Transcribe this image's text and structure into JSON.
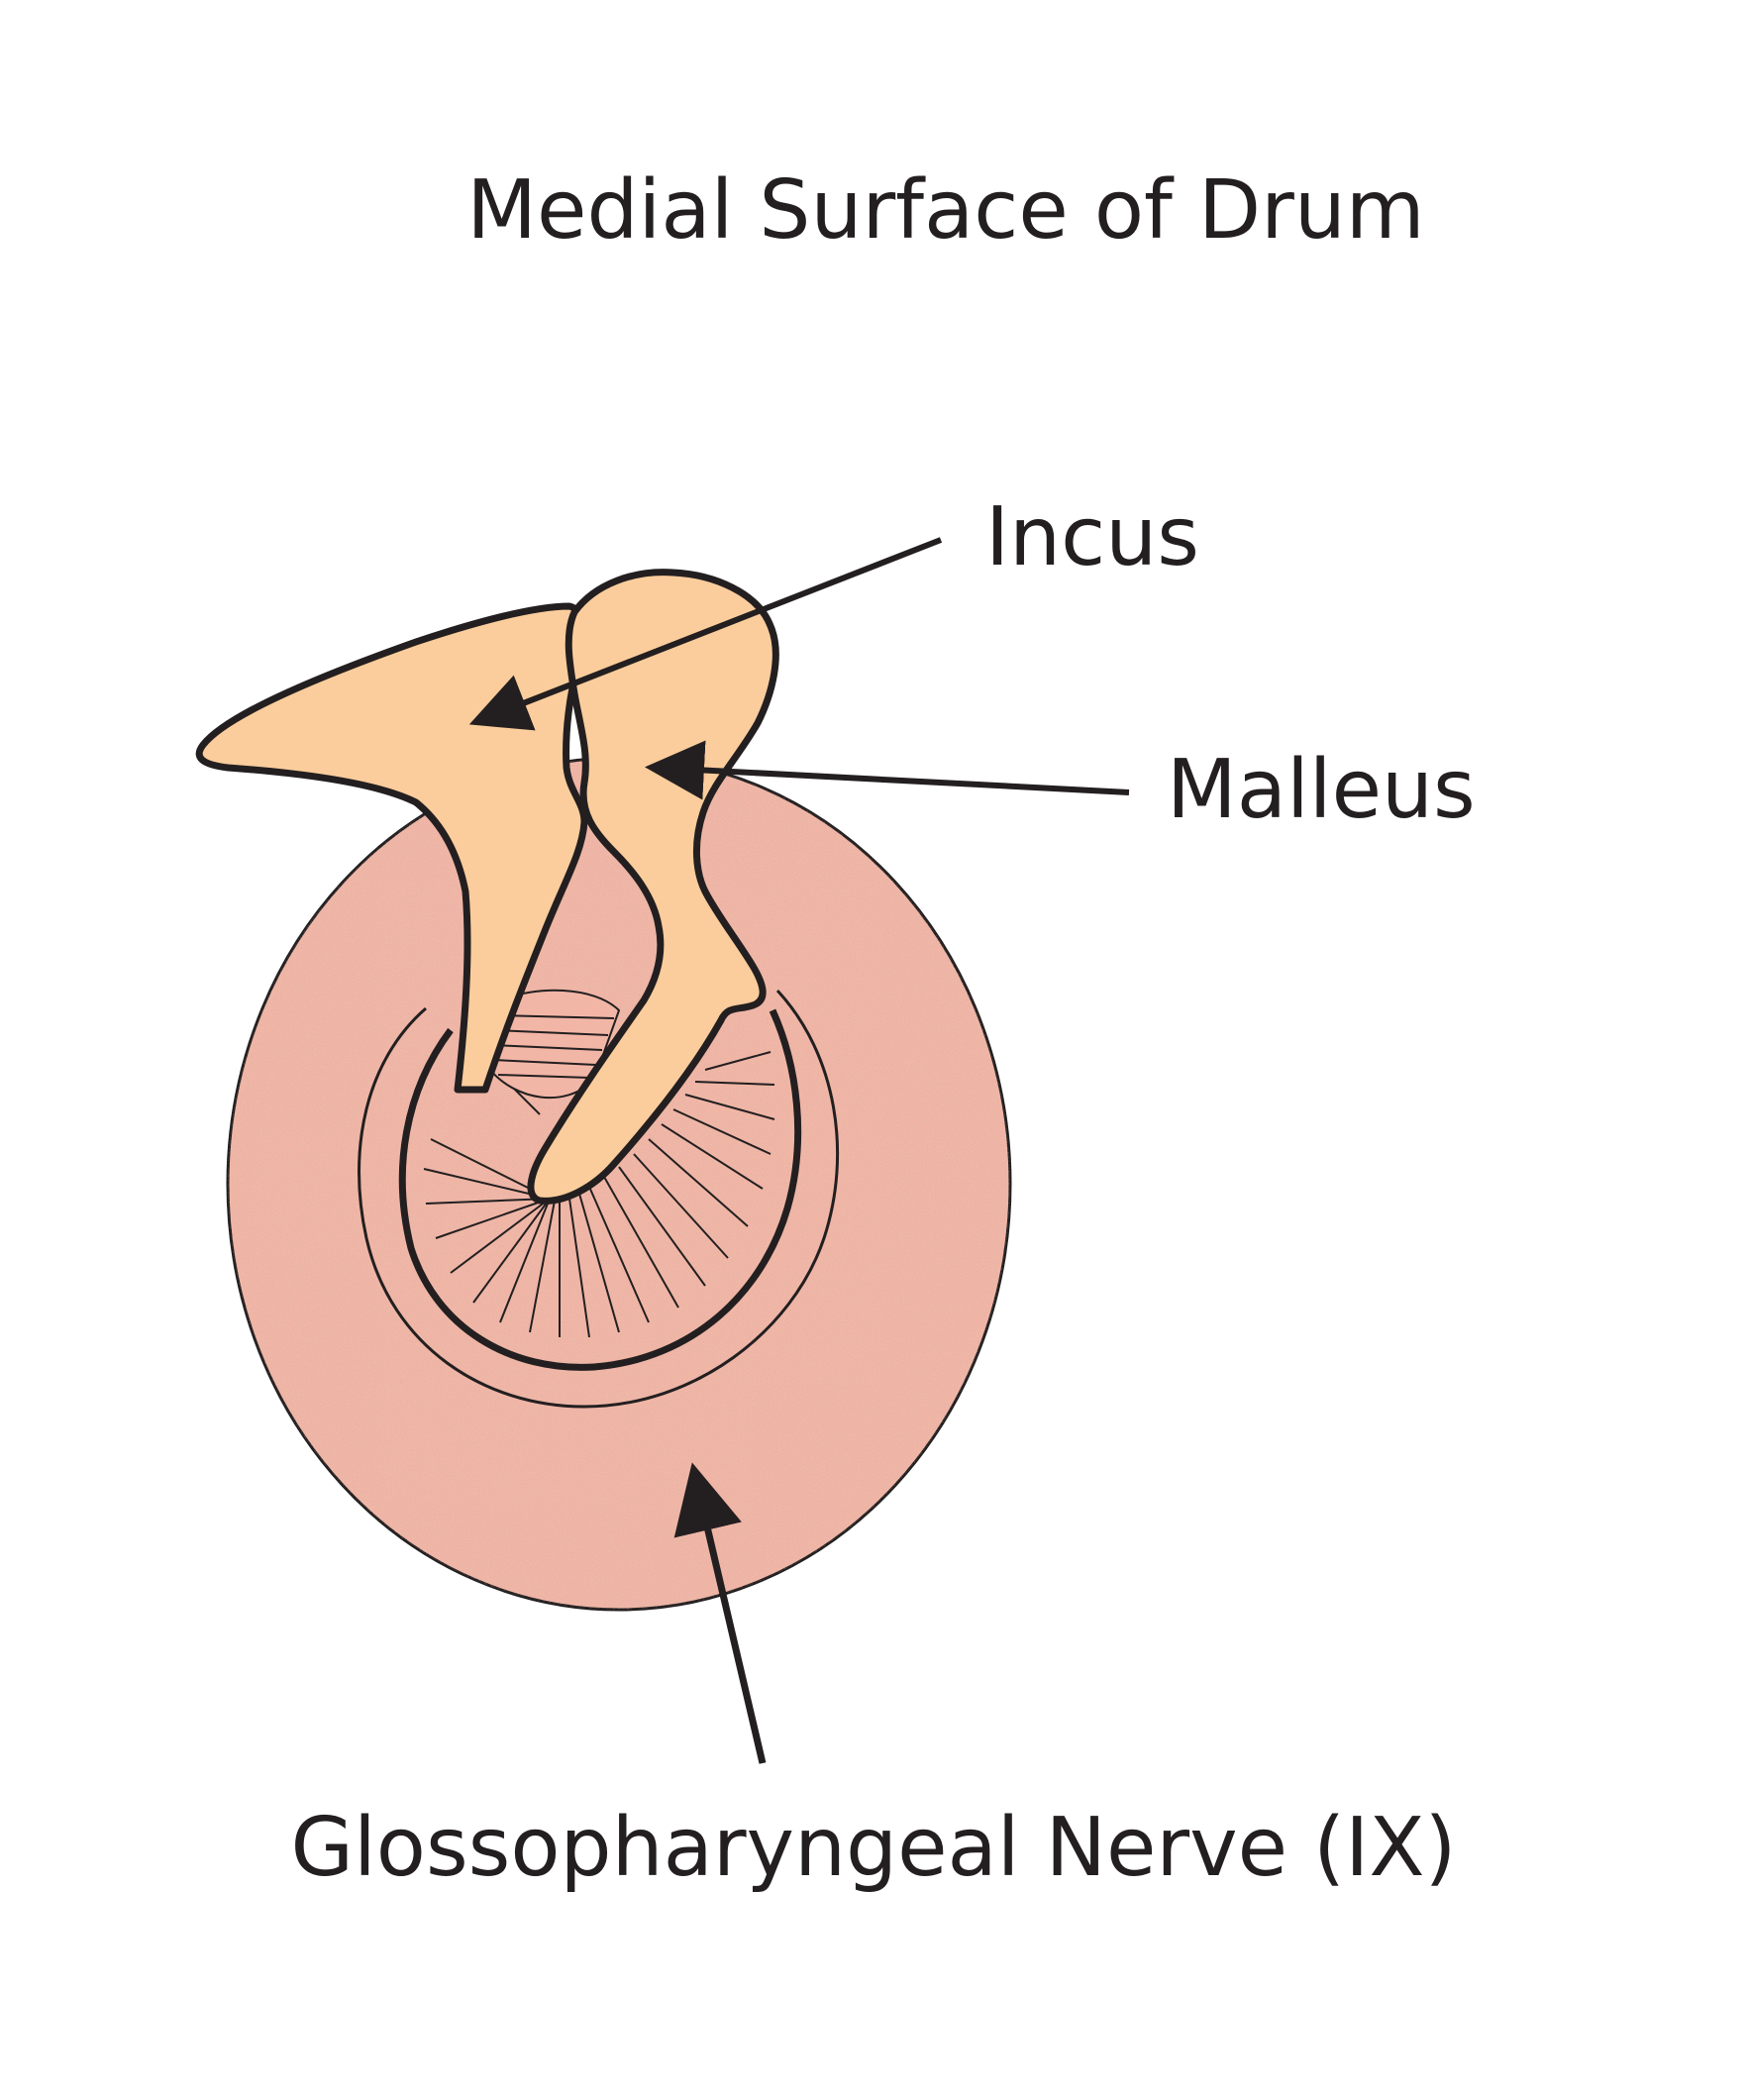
{
  "title": "Medial Surface of Drum",
  "labels": {
    "incus": "Incus",
    "malleus": "Malleus",
    "nerve": "Glossopharyngeal Nerve (IX)"
  },
  "colors": {
    "drum_fill": "#f2b6a6",
    "ossicle_fill": "#fbcd9c",
    "line": "#231f20",
    "background": "#ffffff"
  }
}
